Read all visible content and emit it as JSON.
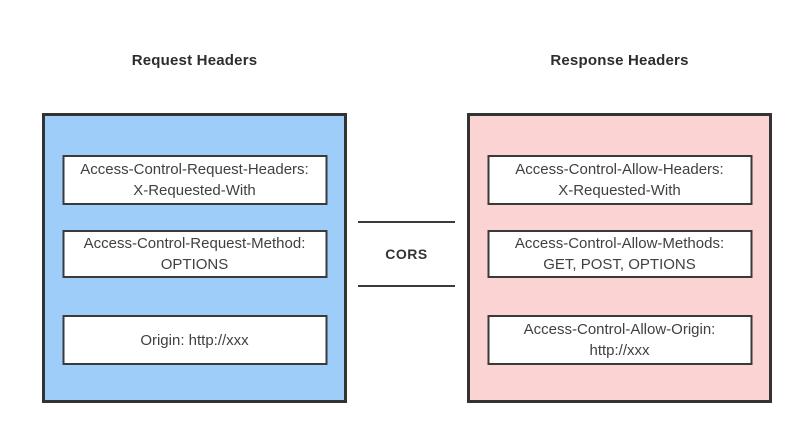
{
  "left_panel": {
    "title": "Request Headers",
    "fill_color": "#9ECDFA",
    "boxes": [
      {
        "line1": "Access-Control-Request-Headers:",
        "line2": "X-Requested-With"
      },
      {
        "line1": "Access-Control-Request-Method:",
        "line2": "OPTIONS"
      },
      {
        "line1": "Origin: http://xxx",
        "line2": ""
      }
    ]
  },
  "right_panel": {
    "title": "Response Headers",
    "fill_color": "#FBD3D3",
    "boxes": [
      {
        "line1": "Access-Control-Allow-Headers:",
        "line2": "X-Requested-With"
      },
      {
        "line1": "Access-Control-Allow-Methods:",
        "line2": "GET, POST, OPTIONS"
      },
      {
        "line1": "Access-Control-Allow-Origin:",
        "line2": "http://xxx"
      }
    ]
  },
  "connector": {
    "label": "CORS"
  },
  "colors": {
    "background": "#ffffff",
    "panel_border": "#333333",
    "box_border": "#3a3a3a",
    "box_text": "#404040",
    "title_text": "#2d2d2d",
    "connector_line": "#3a3a3a",
    "left_fill": "#9ECDFA",
    "right_fill": "#FBD3D3"
  }
}
